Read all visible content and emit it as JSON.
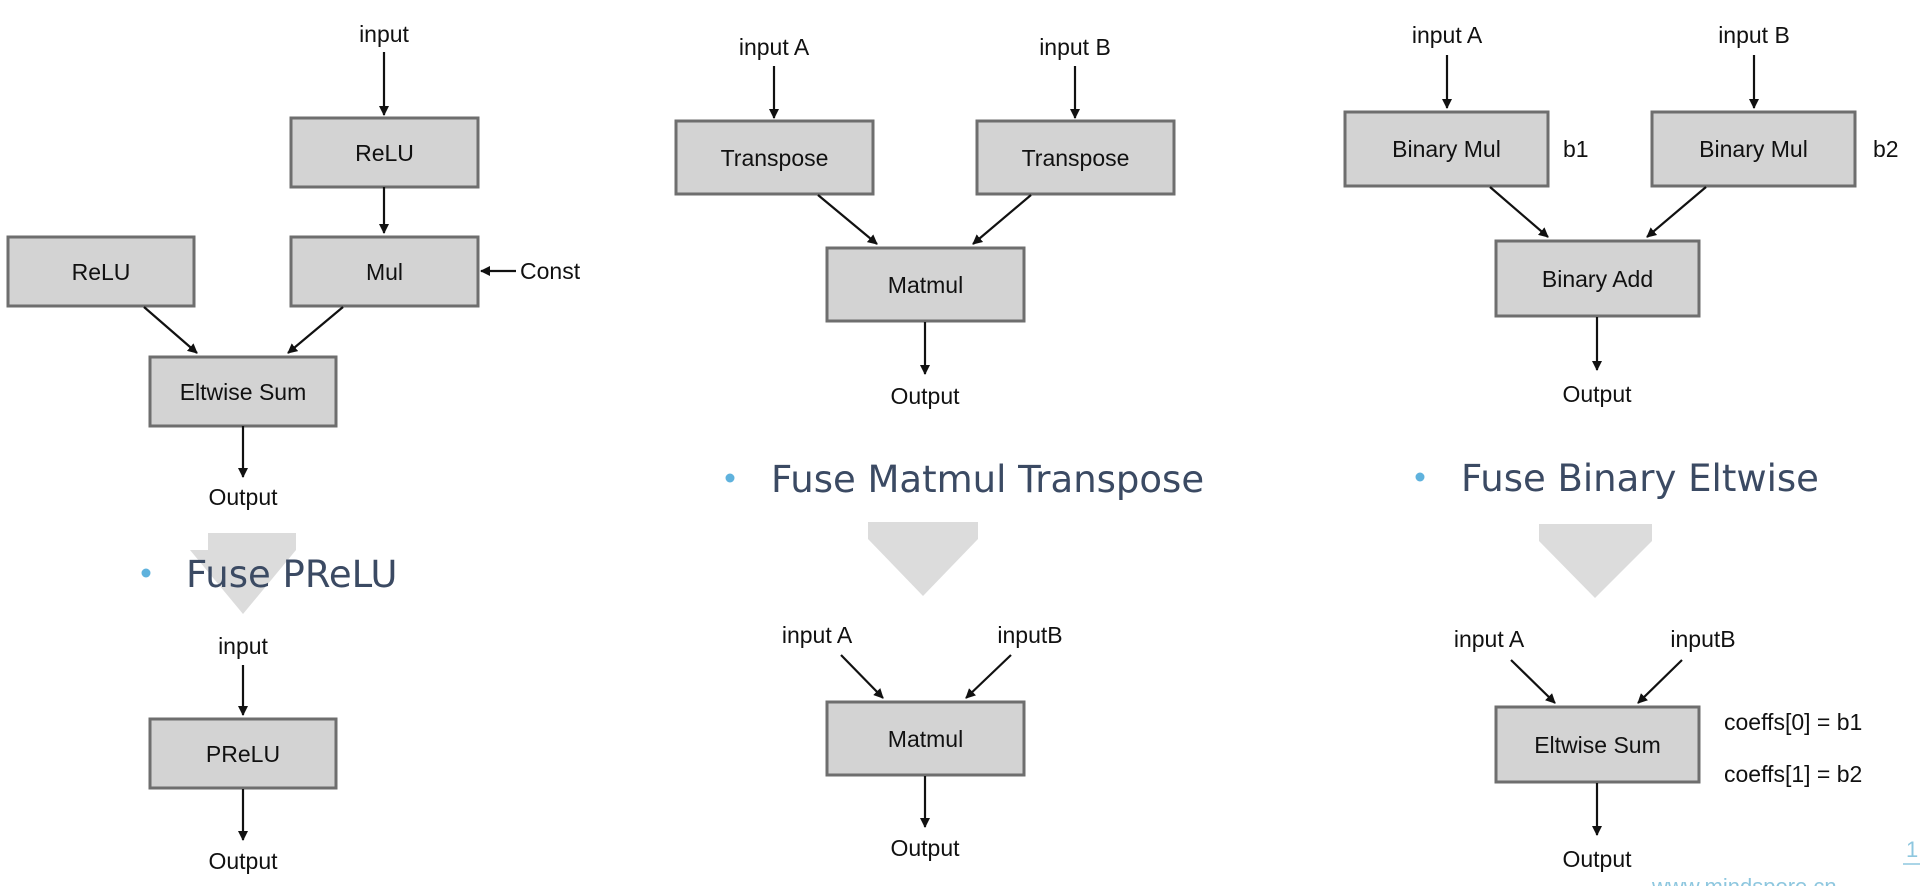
{
  "colors": {
    "node_fill": "#d3d3d3",
    "node_border": "#6e6e6e",
    "transform_arrow": "#dcdcdc",
    "bullet": "#5fb2dd",
    "title_text": "#3b4a63",
    "footer_text": "#8ec7df"
  },
  "prelu": {
    "title": "Fuse PReLU",
    "before": {
      "input": "input",
      "relu_top": "ReLU",
      "relu_left": "ReLU",
      "mul": "Mul",
      "const": "Const",
      "eltwise_sum": "Eltwise Sum",
      "output": "Output"
    },
    "after": {
      "input": "input",
      "prelu": "PReLU",
      "output": "Output"
    }
  },
  "matmul": {
    "title": "Fuse Matmul Transpose",
    "before": {
      "input_a": "input A",
      "input_b": "input B",
      "transpose_a": "Transpose",
      "transpose_b": "Transpose",
      "matmul": "Matmul",
      "output": "Output"
    },
    "after": {
      "input_a": "input A",
      "input_b": "inputB",
      "matmul": "Matmul",
      "output": "Output"
    }
  },
  "binary": {
    "title": "Fuse Binary Eltwise",
    "before": {
      "input_a": "input A",
      "input_b": "input B",
      "binary_mul_a": "Binary Mul",
      "binary_mul_b": "Binary Mul",
      "b1": "b1",
      "b2": "b2",
      "binary_add": "Binary Add",
      "output": "Output"
    },
    "after": {
      "input_a": "input A",
      "input_b": "inputB",
      "eltwise_sum": "Eltwise Sum",
      "coeff0": "coeffs[0] = b1",
      "coeff1": "coeffs[1] = b2",
      "output": "Output"
    }
  },
  "footer": {
    "page_mark": "1",
    "website": "www.mindspore.cn"
  }
}
